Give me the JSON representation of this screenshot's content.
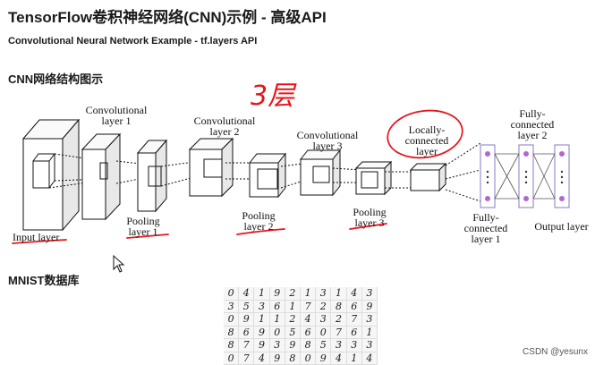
{
  "header": {
    "title": "TensorFlow卷积神经网络(CNN)示例 - 高级API",
    "subtitle": "Convolutional Neural Network Example - tf.layers API"
  },
  "sections": {
    "cnn_structure": "CNN网络结构图示",
    "mnist": "MNIST数据库"
  },
  "diagram": {
    "labels": {
      "input": "Input layer",
      "conv1": "Convolutional\nlayer 1",
      "pool1": "Pooling\nlayer 1",
      "conv2": "Convolutional\nlayer 2",
      "pool2": "Pooling\nlayer 2",
      "conv3": "Convolutional\nlayer 3",
      "pool3": "Pooling\nlayer 3",
      "local": "Locally-\nconnected\nlayer",
      "fc1": "Fully-\nconnected\nlayer 1",
      "fc2": "Fully-\nconnected\nlayer 2",
      "output": "Output layer"
    },
    "handwritten_note": "3层",
    "annotation_color": "#e8141b"
  },
  "mnist_digits": [
    [
      "0",
      "4",
      "1",
      "9",
      "2",
      "1",
      "3",
      "1",
      "4",
      "3"
    ],
    [
      "3",
      "5",
      "3",
      "6",
      "1",
      "7",
      "2",
      "8",
      "6",
      "9"
    ],
    [
      "0",
      "9",
      "1",
      "1",
      "2",
      "4",
      "3",
      "2",
      "7",
      "3"
    ],
    [
      "8",
      "6",
      "9",
      "0",
      "5",
      "6",
      "0",
      "7",
      "6",
      "1"
    ],
    [
      "8",
      "7",
      "9",
      "3",
      "9",
      "8",
      "5",
      "3",
      "3",
      "3"
    ],
    [
      "0",
      "7",
      "4",
      "9",
      "8",
      "0",
      "9",
      "4",
      "1",
      "4"
    ]
  ],
  "watermark": "CSDN @yesunx"
}
